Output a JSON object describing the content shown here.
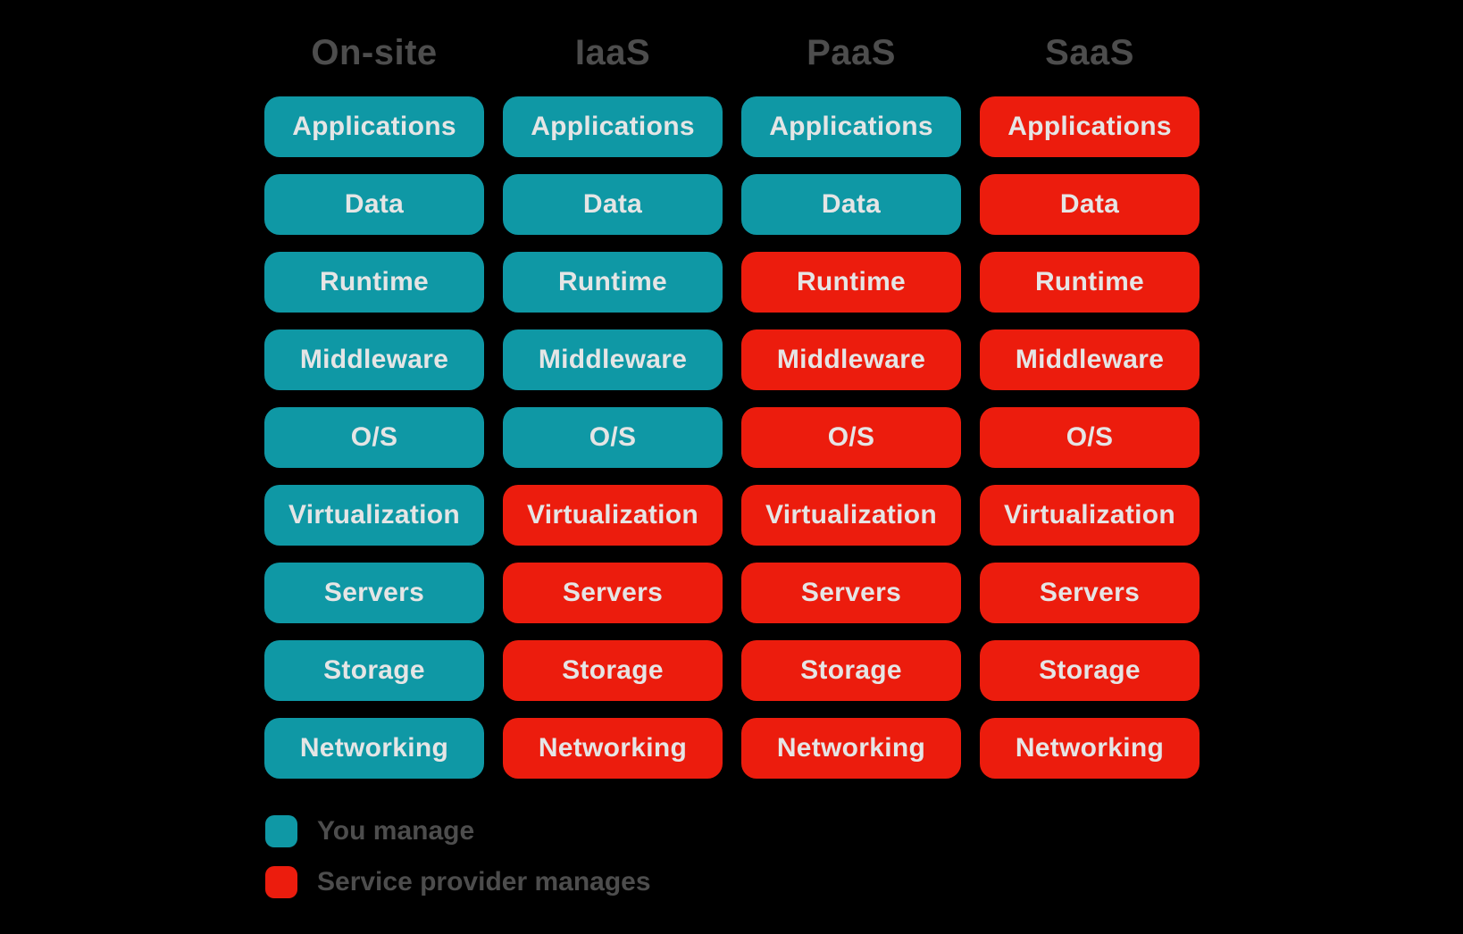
{
  "layers": [
    "Applications",
    "Data",
    "Runtime",
    "Middleware",
    "O/S",
    "Virtualization",
    "Servers",
    "Storage",
    "Networking"
  ],
  "columns": [
    {
      "label": "On-site",
      "cells": [
        "you",
        "you",
        "you",
        "you",
        "you",
        "you",
        "you",
        "you",
        "you"
      ]
    },
    {
      "label": "IaaS",
      "cells": [
        "you",
        "you",
        "you",
        "you",
        "you",
        "provider",
        "provider",
        "provider",
        "provider"
      ]
    },
    {
      "label": "PaaS",
      "cells": [
        "you",
        "you",
        "provider",
        "provider",
        "provider",
        "provider",
        "provider",
        "provider",
        "provider"
      ]
    },
    {
      "label": "SaaS",
      "cells": [
        "provider",
        "provider",
        "provider",
        "provider",
        "provider",
        "provider",
        "provider",
        "provider",
        "provider"
      ]
    }
  ],
  "legend": {
    "items": [
      {
        "label": "You manage",
        "key": "you",
        "color": "#0f98a5"
      },
      {
        "label": "Service provider manages",
        "key": "provider",
        "color": "#ec1c0d"
      }
    ]
  },
  "colors": {
    "you": "#0f98a5",
    "provider": "#ec1c0d",
    "cell_text": "#e5e5e5",
    "heading_text": "#4d4d4d",
    "background": "#000000"
  }
}
